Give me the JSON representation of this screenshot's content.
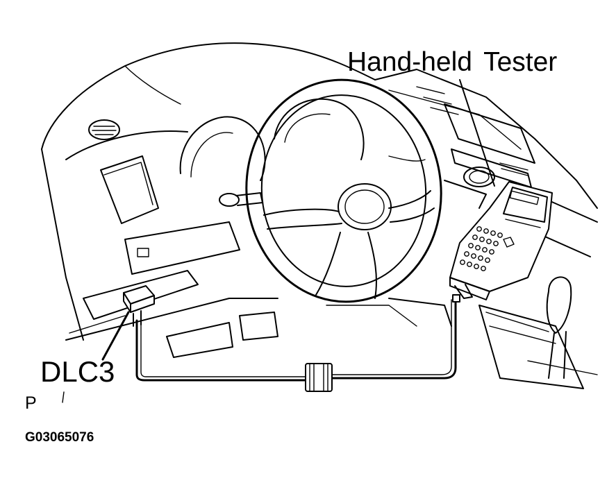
{
  "labels": {
    "tester": "Hand-held  Tester",
    "connector": "DLC3",
    "marker": "P",
    "figure_code": "G03065076"
  },
  "colors": {
    "line": "#000000",
    "background": "#ffffff"
  }
}
